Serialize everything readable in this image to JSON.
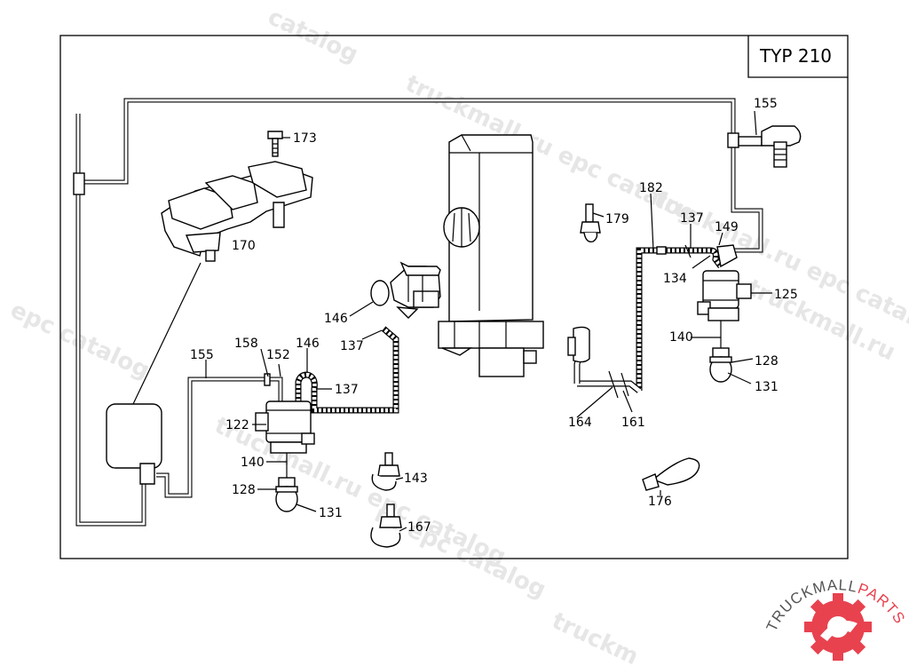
{
  "diagram": {
    "type_label": "TYP 210",
    "callouts": [
      "155",
      "173",
      "170",
      "182",
      "137",
      "179",
      "149",
      "134",
      "125",
      "146",
      "137",
      "140",
      "128",
      "131",
      "158",
      "152",
      "146",
      "155",
      "137",
      "122",
      "164",
      "161",
      "140",
      "143",
      "128",
      "131",
      "176",
      "167"
    ]
  },
  "watermarks": [
    "catalog",
    "truckmall.ru epc catalog",
    "epc catalog",
    "truckmall.ru epc catalog",
    "truckmall.ru epc catalog",
    "ru epc catalog",
    "truckmall.ru",
    "truckm"
  ],
  "brand": {
    "name_dark": "TRUCKMALL",
    "name_accent": "PARTS",
    "accent_color": "#e8424f"
  }
}
